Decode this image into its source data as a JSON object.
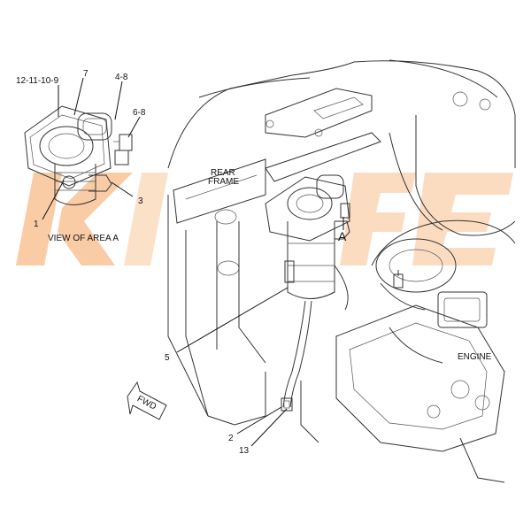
{
  "labels": {
    "part_12_11_10_9": "12-11-10-9",
    "part_7": "7",
    "part_4_8": "4-8",
    "part_6_8": "6-8",
    "part_1": "1",
    "part_3": "3",
    "view_of_area_a": "VIEW OF AREA A",
    "rear_frame_1": "REAR",
    "rear_frame_2": "FRAME",
    "area_a": "A",
    "part_5": "5",
    "engine": "ENGINE",
    "fwd": "FWD",
    "part_2": "2",
    "part_13": "13"
  },
  "colors": {
    "watermark": "#f7a35c",
    "line": "#333333",
    "text": "#111111"
  }
}
